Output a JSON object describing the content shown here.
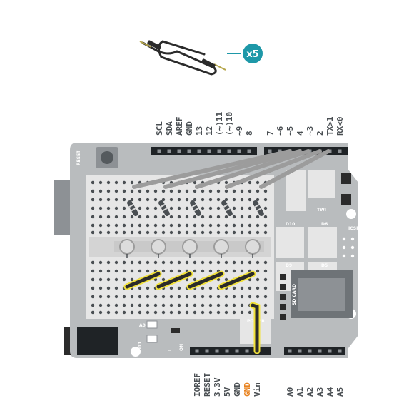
{
  "parts": {
    "quantity_badge": "x5",
    "accent": "#1e98a8"
  },
  "top_header_labels": [
    "SCL",
    "SDA",
    "AREF",
    "GND",
    "13",
    "12",
    "(~)11",
    "(~)10",
    "~9",
    "8",
    "7",
    "~6",
    "~5",
    "4",
    "~3",
    "2",
    "TX>1",
    "RX<0"
  ],
  "bottom_header_labels": [
    "IOREF",
    "RESET",
    "3.3V",
    "5V",
    "GND",
    "GND",
    "Vin",
    "A0",
    "A1",
    "A2",
    "A3",
    "A4",
    "A5"
  ],
  "highlighted_pin": "GND",
  "board_text": {
    "reset": "RESET",
    "sd_card": "SD CARD",
    "power": "POWER",
    "icsp": "ICSP",
    "d11": "D11",
    "a0": "A0",
    "l": "L",
    "on": "ON",
    "d6": "D6",
    "d9": "D9",
    "d5": "D5",
    "d10": "D10",
    "twi": "TWI"
  },
  "colors": {
    "board": "#b9bcbe",
    "breadboard": "#e6e6e6",
    "wire_black": "#2b2b2b",
    "wire_highlight": "#f2e23a",
    "wire_gray": "#9c9c9c",
    "label": "#4a4f53",
    "label_hot": "#e8821f"
  }
}
